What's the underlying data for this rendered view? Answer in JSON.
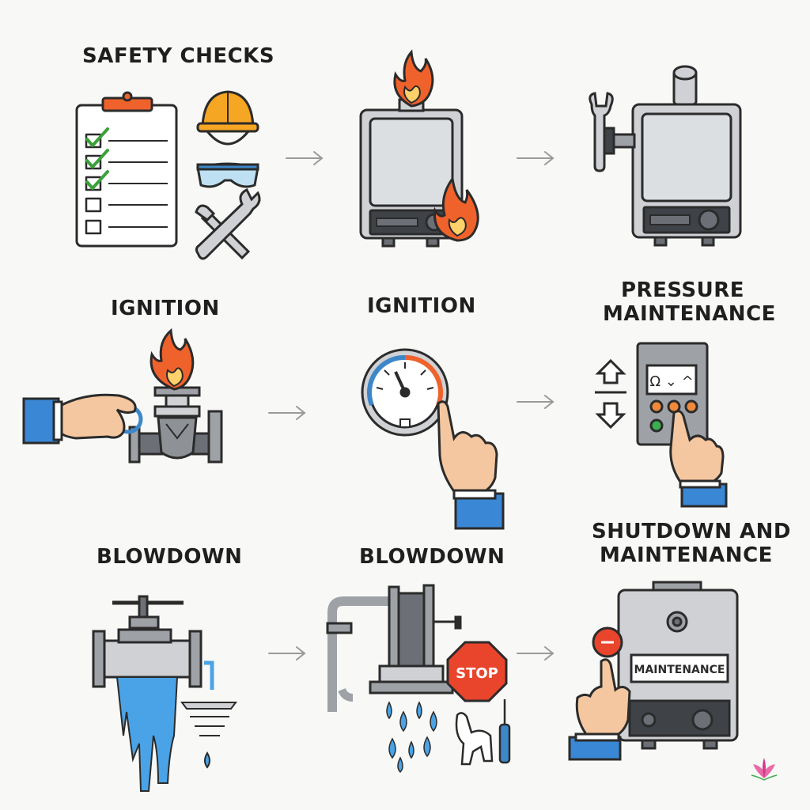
{
  "labels": {
    "safety_checks": "SAFETY CHECKS",
    "ignition_1": "IGNITION",
    "ignition_2": "IGNITION",
    "pressure_line1": "PRESSURE",
    "pressure_line2": "MAINTENANCE",
    "blowdown_1": "BLOWDOWN",
    "blowdown_2": "BLOWDOWN",
    "shutdown_line1": "SHUTDOWN AND",
    "shutdown_line2": "MAINTENANCE"
  },
  "signs": {
    "stop": "STOP",
    "maintenance_plate": "MAINTENANCE",
    "panel_display": "Ω ⌄ ^"
  },
  "colors": {
    "flame": "#f0622b",
    "flame_inner": "#ffd16a",
    "metal": "#cfd1d4",
    "metal_dark": "#6c7076",
    "outline": "#2b2b2b",
    "sleeve": "#3a87d6",
    "skin": "#f5c7a0",
    "water": "#4aa3e6",
    "check_green": "#3aa13a",
    "helmet": "#f5a623",
    "stop_red": "#e8452c",
    "gauge_blue": "#3d87c9",
    "btn_orange": "#f08a3a",
    "btn_green": "#3cae4f"
  },
  "icons": [
    "clipboard-checklist-icon",
    "hard-hat-icon",
    "safety-goggles-icon",
    "crossed-tools-icon",
    "boiler-flame-icon",
    "boiler-wrench-icon",
    "burner-valve-icon",
    "pressure-gauge-icon",
    "control-panel-icon",
    "blowdown-valve-icon",
    "blowdown-pipe-icon",
    "stop-sign-icon",
    "shutdown-boiler-icon",
    "arrow-right-icon",
    "lotus-logo-icon"
  ]
}
